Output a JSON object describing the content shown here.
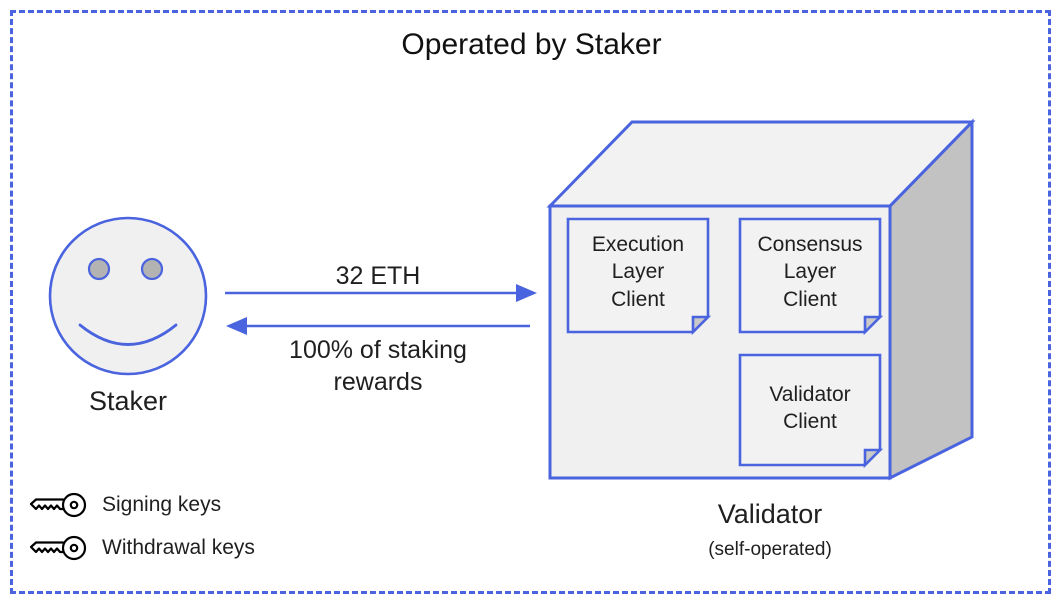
{
  "diagram": {
    "title": "Operated by Staker",
    "frame_style": "dashed",
    "colors": {
      "accent_blue": "#4a63de",
      "fill_light": "#f0f0f0",
      "fill_side_gray": "#c2c2c2",
      "eye_gray": "#b3b3b3",
      "text": "#1f1f1f"
    }
  },
  "staker": {
    "label": "Staker",
    "icon": "smiley-face"
  },
  "arrows": [
    {
      "name": "staker-to-validator",
      "direction": "right",
      "label": "32 ETH"
    },
    {
      "name": "validator-to-staker",
      "direction": "left",
      "label": "100% of staking\nrewards"
    }
  ],
  "validator": {
    "caption": "Validator",
    "subcaption": "(self-operated)",
    "clients": [
      {
        "name": "execution-layer-client",
        "label": "Execution\nLayer\nClient"
      },
      {
        "name": "consensus-layer-client",
        "label": "Consensus\nLayer\nClient"
      },
      {
        "name": "validator-client",
        "label": "Validator\nClient"
      }
    ]
  },
  "legend": {
    "items": [
      {
        "icon": "key-icon",
        "label": "Signing keys"
      },
      {
        "icon": "key-icon",
        "label": "Withdrawal keys"
      }
    ]
  }
}
